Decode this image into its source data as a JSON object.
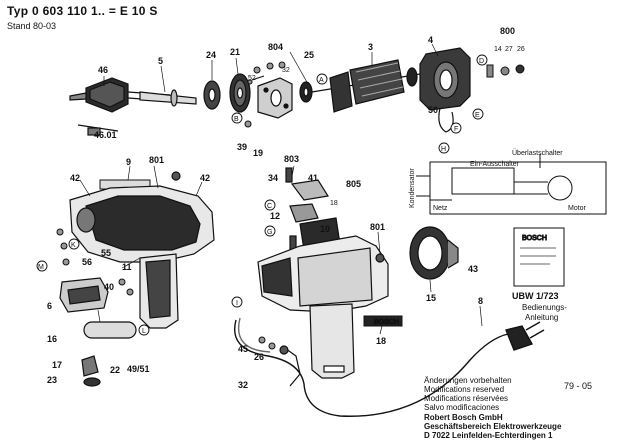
{
  "header": {
    "title": "Typ  0 603 110 1..  = E 10 S",
    "stand": "Stand 80-03"
  },
  "part_labels": {
    "p46": "46",
    "p5": "5",
    "p24": "24",
    "p21": "21",
    "p804": "804",
    "p25": "25",
    "p3": "3",
    "p4": "4",
    "p800": "800",
    "p14": "14",
    "p27": "27",
    "p26": "26",
    "p52": "52",
    "p32_top": "32",
    "p46_01": "46.01",
    "p39": "39",
    "p19": "19",
    "p50": "50",
    "p9": "9",
    "p801": "801",
    "p42_left": "42",
    "p42_right": "42",
    "p803": "803",
    "p34": "34",
    "p41": "41",
    "p805": "805",
    "p18_small": "18",
    "p12": "12",
    "p10": "10",
    "p801_b": "801",
    "p55": "55",
    "p56": "56",
    "p11": "11",
    "p6": "6",
    "p40": "40",
    "p16": "16",
    "p17": "17",
    "p23": "23",
    "p22": "22",
    "p49_51": "49/51",
    "p15": "15",
    "p43": "43",
    "p8": "8",
    "p18": "18",
    "p45": "45",
    "p26_b": "26",
    "p32": "32"
  },
  "letter_tags": [
    "A",
    "B",
    "C",
    "D",
    "E",
    "F",
    "G",
    "H",
    "I",
    "K",
    "L",
    "M"
  ],
  "schematic": {
    "overload_switch": "Überlastschalter",
    "on_off_switch": "Ein-Ausschalter",
    "capacitor": "Kondensator",
    "mains": "Netz",
    "motor": "Motor"
  },
  "booklet": {
    "brand": "BOSCH",
    "code": "UBW 1/723",
    "title_line1": "Bedienungs-",
    "title_line2": "Anleitung"
  },
  "plate_text": "BOSCH",
  "footer": {
    "lines": [
      "Änderungen vorbehalten",
      "Modifications reserved",
      "Modifications réservées",
      "Salvo modificaciones",
      "Robert Bosch GmbH",
      "Geschäftsbereich Elektrowerkzeuge",
      "D 7022 Leinfelden-Echterdingen 1"
    ],
    "date_code": "79 - 05"
  }
}
